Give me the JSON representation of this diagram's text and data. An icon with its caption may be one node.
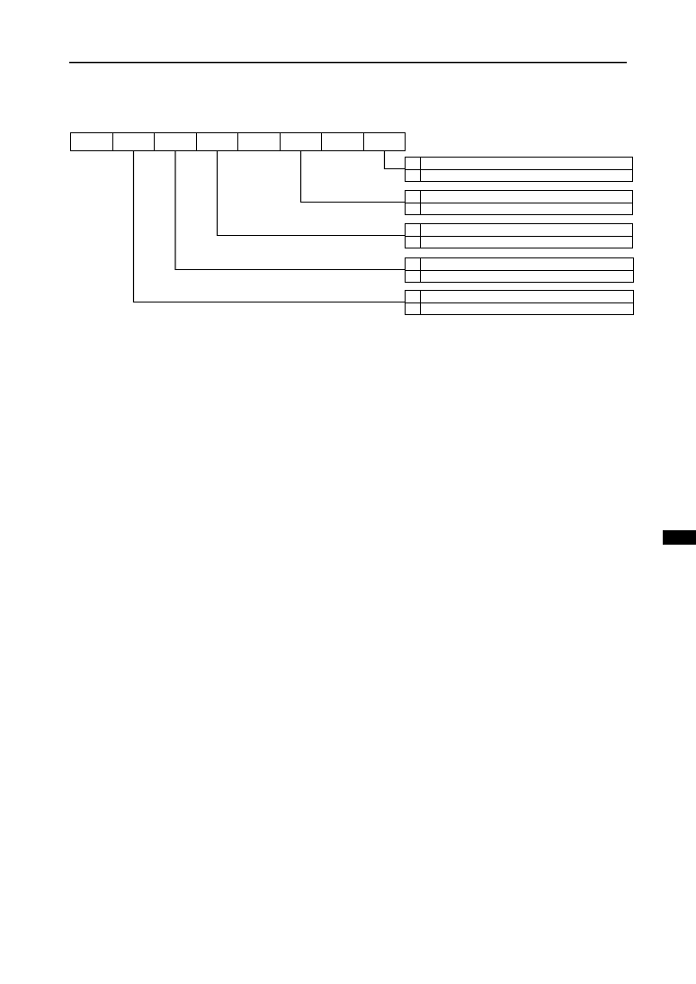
{
  "diagram": {
    "nodes": [
      {
        "text": [],
        "shape": "box"
      },
      {
        "text": [],
        "shape": "box"
      },
      {
        "text": [],
        "shape": "box"
      },
      {
        "text": [],
        "shape": "box"
      },
      {
        "text": [],
        "shape": "box"
      },
      {
        "text": [],
        "shape": "box"
      },
      {
        "text": [],
        "shape": "box"
      },
      {
        "text": [],
        "shape": "box"
      },
      {
        "text": [],
        "shape": "table"
      },
      {
        "text": [],
        "shape": "table"
      },
      {
        "text": [],
        "shape": "table"
      },
      {
        "text": [],
        "shape": "table"
      },
      {
        "text": [],
        "shape": "table"
      }
    ],
    "edges": [
      {
        "from": 7,
        "to": 8,
        "arrow": "none"
      },
      {
        "from": 5,
        "to": 9,
        "arrow": "none"
      },
      {
        "from": 3,
        "to": 10,
        "arrow": "none"
      },
      {
        "from": 2,
        "to": 11,
        "arrow": "none"
      },
      {
        "from": 1,
        "to": 12,
        "arrow": "none"
      }
    ]
  }
}
